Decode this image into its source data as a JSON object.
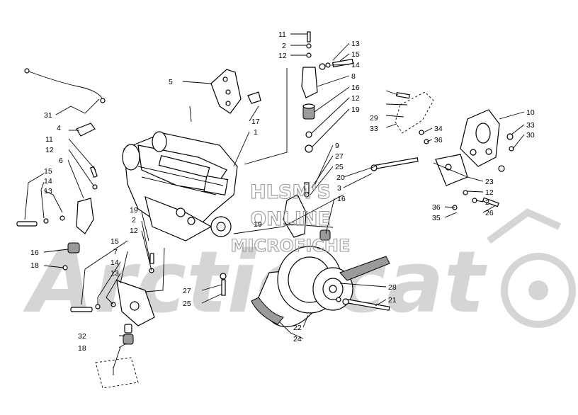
{
  "watermark": {
    "lines": [
      "HLSM'S",
      "ONLINE",
      "MICROFICHE"
    ],
    "logo_text": "Arctic cat"
  },
  "callouts": [
    {
      "id": "c11a",
      "label": "11"
    },
    {
      "id": "c2a",
      "label": "2"
    },
    {
      "id": "c12a",
      "label": "12"
    },
    {
      "id": "c13a",
      "label": "13"
    },
    {
      "id": "c15a",
      "label": "15"
    },
    {
      "id": "c14a",
      "label": "14"
    },
    {
      "id": "c8",
      "label": "8"
    },
    {
      "id": "c16a",
      "label": "16"
    },
    {
      "id": "c12b",
      "label": "12"
    },
    {
      "id": "c19a",
      "label": "19"
    },
    {
      "id": "c29",
      "label": "29"
    },
    {
      "id": "c33a",
      "label": "33"
    },
    {
      "id": "c10",
      "label": "10"
    },
    {
      "id": "c33b",
      "label": "33"
    },
    {
      "id": "c30",
      "label": "30"
    },
    {
      "id": "c34",
      "label": "34"
    },
    {
      "id": "c36a",
      "label": "36"
    },
    {
      "id": "c5",
      "label": "5"
    },
    {
      "id": "c17",
      "label": "17"
    },
    {
      "id": "c1",
      "label": "1"
    },
    {
      "id": "c31",
      "label": "31"
    },
    {
      "id": "c4",
      "label": "4"
    },
    {
      "id": "c11b",
      "label": "11"
    },
    {
      "id": "c12c",
      "label": "12"
    },
    {
      "id": "c6",
      "label": "6"
    },
    {
      "id": "c15b",
      "label": "15"
    },
    {
      "id": "c14b",
      "label": "14"
    },
    {
      "id": "c13b",
      "label": "13"
    },
    {
      "id": "c9",
      "label": "9"
    },
    {
      "id": "c27a",
      "label": "27"
    },
    {
      "id": "c25a",
      "label": "25"
    },
    {
      "id": "c20",
      "label": "20"
    },
    {
      "id": "c3",
      "label": "3"
    },
    {
      "id": "c16b",
      "label": "16"
    },
    {
      "id": "c23",
      "label": "23"
    },
    {
      "id": "c12d",
      "label": "12"
    },
    {
      "id": "c2b",
      "label": "2"
    },
    {
      "id": "c36b",
      "label": "36"
    },
    {
      "id": "c26",
      "label": "26"
    },
    {
      "id": "c35",
      "label": "35"
    },
    {
      "id": "c19b",
      "label": "19"
    },
    {
      "id": "c2c",
      "label": "2"
    },
    {
      "id": "c12e",
      "label": "12"
    },
    {
      "id": "c15c",
      "label": "15"
    },
    {
      "id": "c7",
      "label": "7"
    },
    {
      "id": "c14c",
      "label": "14"
    },
    {
      "id": "c13c",
      "label": "13"
    },
    {
      "id": "c16c",
      "label": "16"
    },
    {
      "id": "c18a",
      "label": "18"
    },
    {
      "id": "c19c",
      "label": "19"
    },
    {
      "id": "c27b",
      "label": "27"
    },
    {
      "id": "c25b",
      "label": "25"
    },
    {
      "id": "c28",
      "label": "28"
    },
    {
      "id": "c21",
      "label": "21"
    },
    {
      "id": "c22",
      "label": "22"
    },
    {
      "id": "c24",
      "label": "24"
    },
    {
      "id": "c32",
      "label": "32"
    },
    {
      "id": "c18b",
      "label": "18"
    }
  ]
}
